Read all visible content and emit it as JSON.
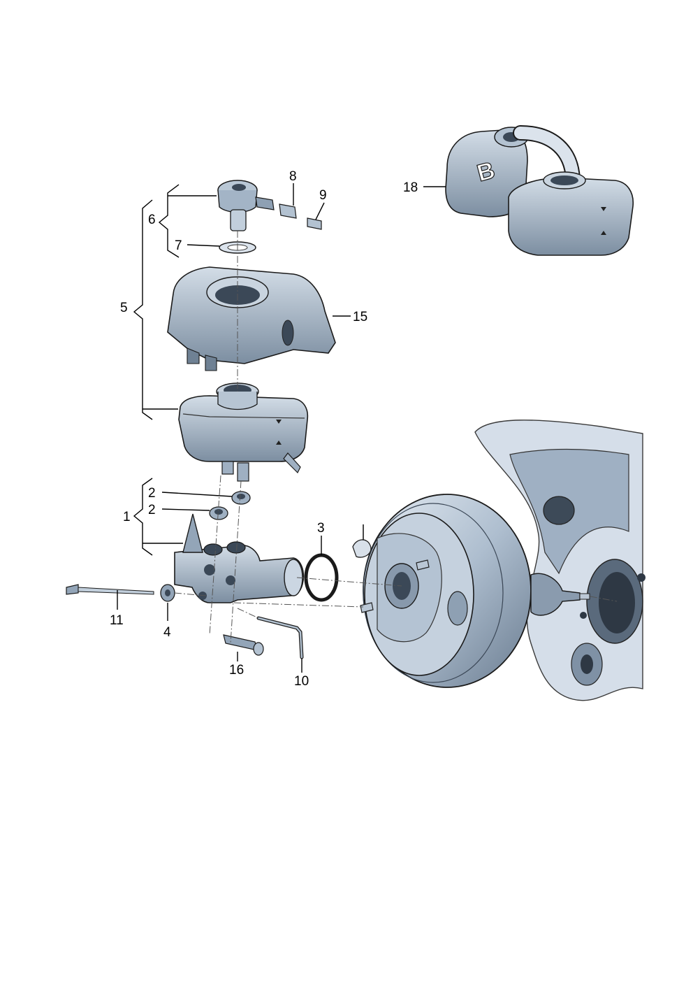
{
  "callouts": {
    "c1": "1",
    "c2a": "2",
    "c2b": "2",
    "c3": "3",
    "c4": "4",
    "c5": "5",
    "c6": "6",
    "c7": "7",
    "c8": "8",
    "c9": "9",
    "c10": "10",
    "c11": "11",
    "c15": "15",
    "c16": "16",
    "c18": "18"
  },
  "canister_letter": "B",
  "colors": {
    "part_fill": "#a9b9c9",
    "part_light": "#d3dde7",
    "part_dark": "#6f8194",
    "background_body": "#c9d4e1",
    "line": "#000000"
  }
}
